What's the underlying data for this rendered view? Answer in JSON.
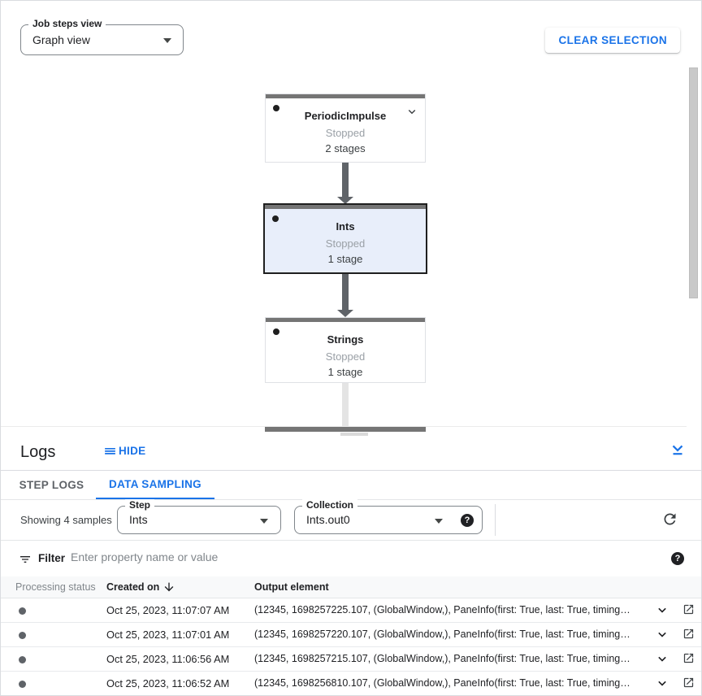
{
  "colors": {
    "accent_blue": "#1a73e8",
    "node_bar_gray": "#757575",
    "selected_node_bg": "#e8eefa"
  },
  "toolbar": {
    "job_steps_view": {
      "label": "Job steps view",
      "value": "Graph view"
    },
    "clear_selection_label": "CLEAR SELECTION"
  },
  "graph": {
    "nodes": [
      {
        "title": "PeriodicImpulse",
        "status": "Stopped",
        "stages": "2 stages"
      },
      {
        "title": "Ints",
        "status": "Stopped",
        "stages": "1 stage"
      },
      {
        "title": "Strings",
        "status": "Stopped",
        "stages": "1 stage"
      }
    ]
  },
  "logs_panel": {
    "title": "Logs",
    "hide_label": "HIDE",
    "tabs": [
      {
        "label": "STEP LOGS"
      },
      {
        "label": "DATA SAMPLING"
      }
    ],
    "sampling": {
      "showing_text": "Showing 4 samples",
      "step": {
        "label": "Step",
        "value": "Ints"
      },
      "collection": {
        "label": "Collection",
        "value": "Ints.out0"
      },
      "help_glyph": "?"
    },
    "filter": {
      "label": "Filter",
      "placeholder": "Enter property name or value",
      "help_glyph": "?"
    },
    "table": {
      "columns": {
        "status": "Processing status",
        "created": "Created on",
        "output": "Output element"
      },
      "rows": [
        {
          "created_on": "Oct 25, 2023, 11:07:07 AM",
          "output_element": "(12345, 1698257225.107, (GlobalWindow,), PaneInfo(first: True, last: True, timing…"
        },
        {
          "created_on": "Oct 25, 2023, 11:07:01 AM",
          "output_element": "(12345, 1698257220.107, (GlobalWindow,), PaneInfo(first: True, last: True, timing…"
        },
        {
          "created_on": "Oct 25, 2023, 11:06:56 AM",
          "output_element": "(12345, 1698257215.107, (GlobalWindow,), PaneInfo(first: True, last: True, timing…"
        },
        {
          "created_on": "Oct 25, 2023, 11:06:52 AM",
          "output_element": "(12345, 1698256810.107, (GlobalWindow,), PaneInfo(first: True, last: True, timing…"
        }
      ]
    }
  }
}
